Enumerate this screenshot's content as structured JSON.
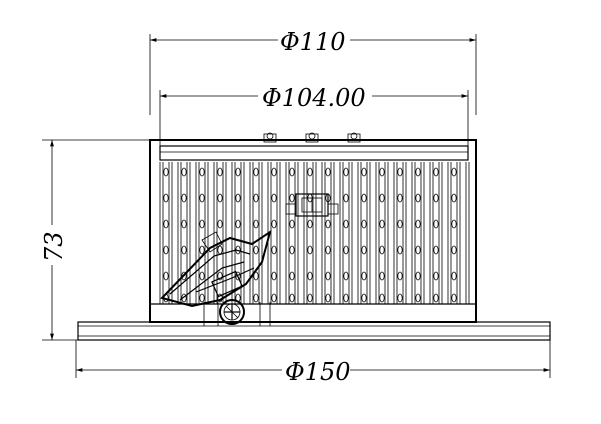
{
  "dimensions": {
    "top_outer_diameter": "Φ110",
    "inner_diameter": "Φ104.00",
    "height": "73",
    "flange_diameter": "Φ150"
  }
}
